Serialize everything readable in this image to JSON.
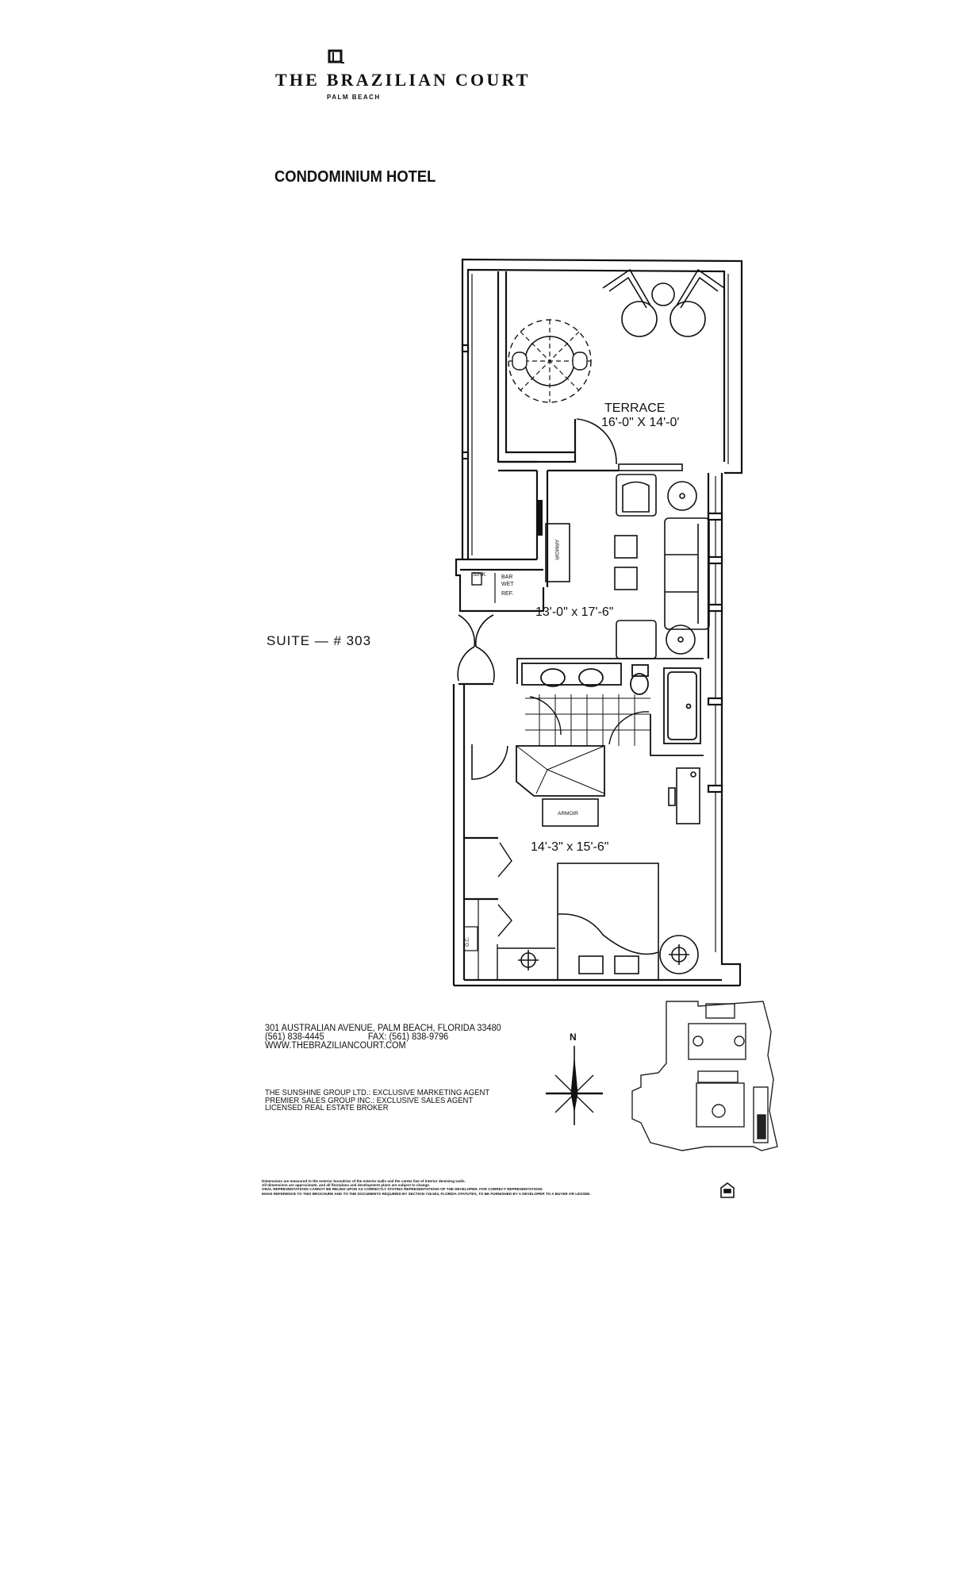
{
  "header": {
    "logo_icon": "brazilian-court-logo-icon",
    "title": "THE BRAZILIAN COURT",
    "subtitle": "PALM BEACH",
    "document_type": "CONDOMINIUM HOTEL"
  },
  "suite_label": "SUITE — # 303",
  "floorplan": {
    "terrace_label": "TERRACE",
    "terrace_size": "16'-0\" X 14'-0'",
    "living_size": "13'-0\" x 17'-6\"",
    "bedroom_size": "14'-3\" x 15'-6\"",
    "armoir_living": "ARMOIR",
    "armoir_bedroom": "ARMOIR",
    "sink": "SINK",
    "bar": "BAR",
    "wet": "WET",
    "ref": "REF.",
    "oc": "O.C."
  },
  "compass": {
    "north_label": "N"
  },
  "contact": {
    "address": "301 AUSTRALIAN AVENUE, PALM BEACH, FLORIDA 33480",
    "phone": "(561) 838-4445",
    "fax": "FAX: (561) 838-9796",
    "website": "WWW.THEBRAZILIANCOURT.COM"
  },
  "agents": [
    "THE SUNSHINE GROUP LTD.: EXCLUSIVE MARKETING AGENT",
    "PREMIER SALES GROUP INC.: EXCLUSIVE SALES AGENT",
    "LICENSED REAL ESTATE BROKER"
  ],
  "disclaimer": [
    "Dimensions are measured to the exterior boundries of the exterior walls and the center line of interior demising walls.",
    "All dimensions are approximate, and all floorplans and development plans are subject to change.",
    "ORAL REPRESENTATIONS CANNOT BE RELIED UPON AS CORRECTLY STATING REPRESENTATIONS OF THE DEVELOPER. FOR CORRECT REPRESENTATIONS",
    "MAKE REFERENCE TO THIS BROCHURE AND TO THE DOCUMENTS REQUIRED BY SECTION 718.503, FLORIDA STATUTES, TO BE FURNISHED BY A DEVELOPER TO A BUYER OR LESSEE."
  ],
  "equal_housing_icon": "equal-housing-icon"
}
